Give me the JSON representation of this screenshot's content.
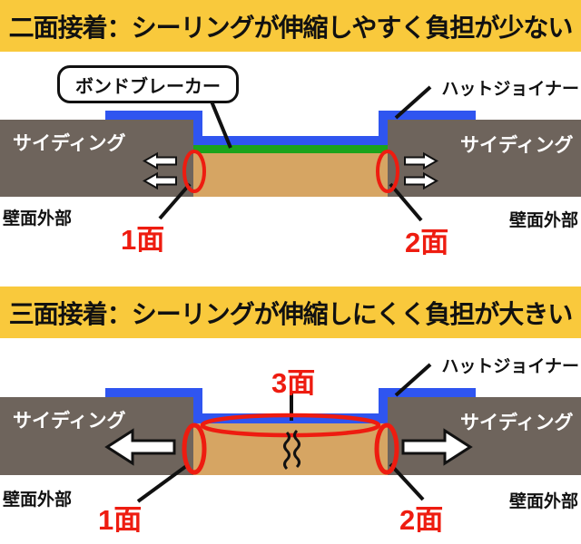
{
  "colors": {
    "header_bg": "#F9C93C",
    "text_black": "#111111",
    "siding_gray": "#6E645C",
    "joiner_blue": "#2F55F0",
    "bond_breaker_green": "#1BA31B",
    "sealant_tan": "#D6A563",
    "accent_red": "#EE1C10",
    "arrow_white": "#FFFFFF"
  },
  "section_two_sided": {
    "header": "二面接着：シーリングが伸縮しやすく負担が少ない",
    "labels": {
      "bond_breaker": "ボンドブレーカー",
      "hat_joiner": "ハットジョイナー",
      "siding_left": "サイディング",
      "siding_right": "サイディング",
      "wall_exterior_left": "壁面外部",
      "wall_exterior_right": "壁面外部",
      "face_1": "1面",
      "face_2": "2面"
    }
  },
  "section_three_sided": {
    "header": "三面接着：シーリングが伸縮しにくく負担が大きい",
    "labels": {
      "hat_joiner": "ハットジョイナー",
      "siding_left": "サイディング",
      "siding_right": "サイディング",
      "wall_exterior_left": "壁面外部",
      "wall_exterior_right": "壁面外部",
      "face_1": "1面",
      "face_2": "2面",
      "face_3": "3面"
    }
  }
}
